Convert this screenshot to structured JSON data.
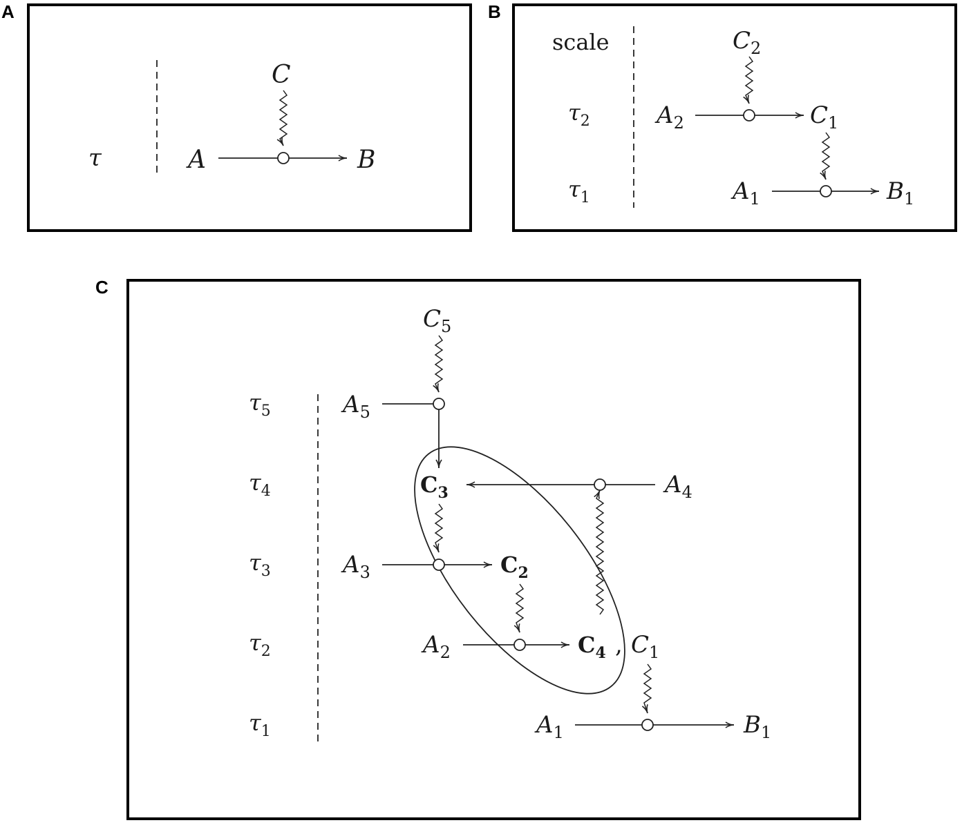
{
  "panels": [
    {
      "letter": "A",
      "tau": "τ",
      "a": "A",
      "b": "B",
      "c": "C"
    },
    {
      "letter": "B",
      "scale": "scale",
      "tau2": "τ",
      "tau2_sub": "2",
      "tau1": "τ",
      "tau1_sub": "1",
      "c2": "C",
      "c2_sub": "2",
      "a2": "A",
      "a2_sub": "2",
      "c1": "C",
      "c1_sub": "1",
      "a1": "A",
      "a1_sub": "1",
      "b1": "B",
      "b1_sub": "1"
    },
    {
      "letter": "C",
      "tau5": "τ",
      "tau5_sub": "5",
      "tau4": "τ",
      "tau4_sub": "4",
      "tau3": "τ",
      "tau3_sub": "3",
      "tau2": "τ",
      "tau2_sub": "2",
      "tau1": "τ",
      "tau1_sub": "1",
      "c5": "C",
      "c5_sub": "5",
      "a5": "A",
      "a5_sub": "5",
      "c3": "C",
      "c3_sub": "3",
      "a4": "A",
      "a4_sub": "4",
      "a3": "A",
      "a3_sub": "3",
      "c2": "C",
      "c2_sub": "2",
      "a2": "A",
      "a2_sub": "2",
      "c4": "C",
      "c4_sub": "4",
      "comma": ",",
      "c1": "C",
      "c1_sub": "1",
      "a1": "A",
      "a1_sub": "1",
      "b1": "B",
      "b1_sub": "1"
    }
  ]
}
